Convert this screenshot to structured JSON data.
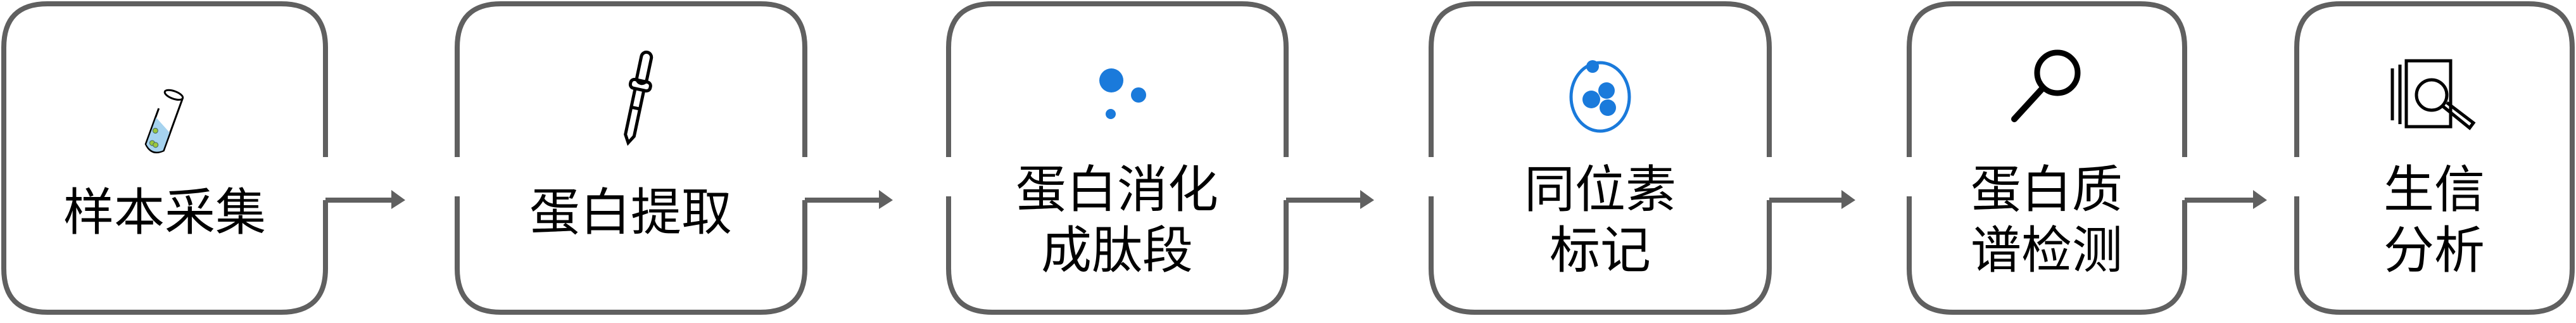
{
  "title": "蛋白质组学流程",
  "steps": [
    {
      "id": "sample",
      "lines": [
        "样本采集"
      ],
      "icon": "test-tube-icon"
    },
    {
      "id": "extract",
      "lines": [
        "蛋白提取"
      ],
      "icon": "pipette-icon"
    },
    {
      "id": "digest",
      "lines": [
        "蛋白消化",
        "成肽段"
      ],
      "icon": "molecules-icon"
    },
    {
      "id": "label",
      "lines": [
        "同位素",
        "标记"
      ],
      "icon": "isotope-atom-icon"
    },
    {
      "id": "ms",
      "lines": [
        "蛋白质",
        "谱检测"
      ],
      "icon": "magnifier-icon"
    },
    {
      "id": "bioinfo",
      "lines": [
        "生信",
        "分析"
      ],
      "icon": "document-search-icon"
    }
  ],
  "colors": {
    "border": "#606060",
    "accent_blue": "#1a7adb",
    "liquid": "#a6d3ef",
    "cell_green": "#9cc73c"
  }
}
